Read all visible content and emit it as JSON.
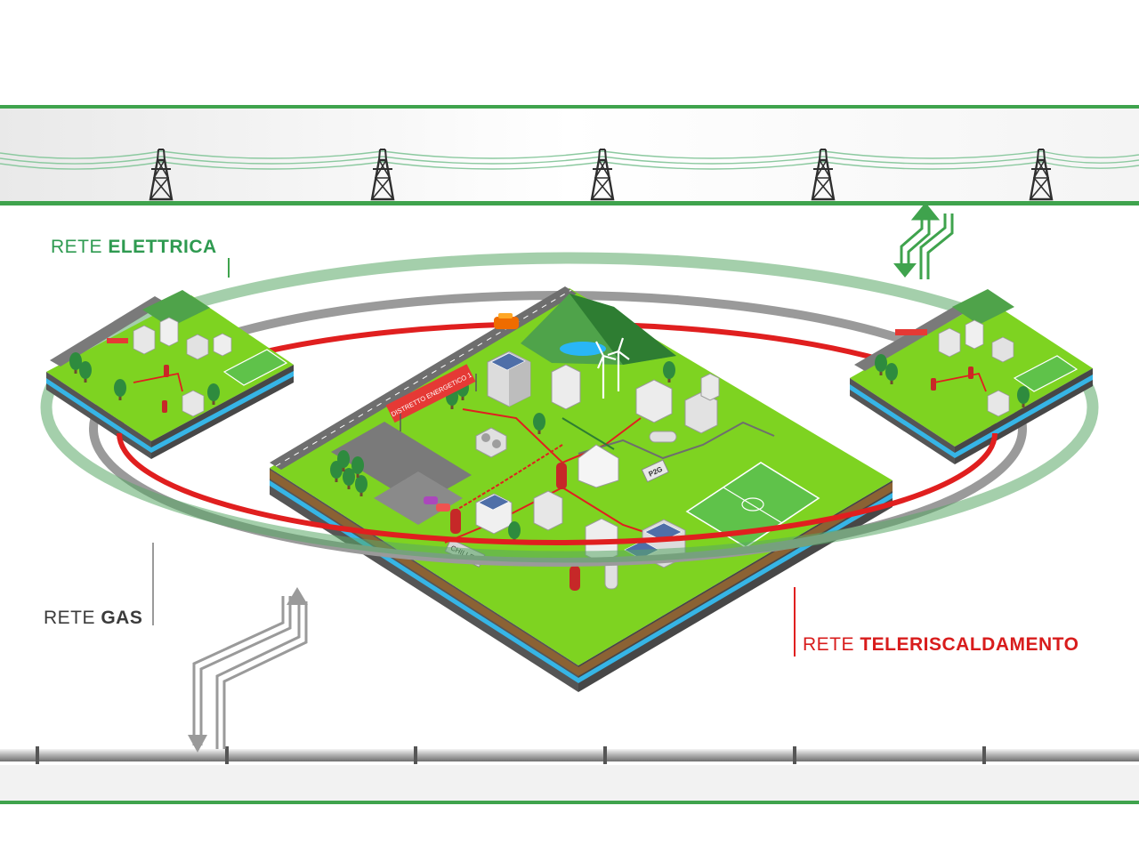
{
  "labels": {
    "rete_elettrica": {
      "prefix": "RETE ",
      "name": "ELETTRICA"
    },
    "rete_gas": {
      "prefix": "RETE ",
      "name": "GAS"
    },
    "rete_teleriscaldamento": {
      "prefix": "RETE ",
      "name": "TELERISCALDAMENTO"
    }
  },
  "district": {
    "sign": "DISTRETTO ENERGETICO 1"
  },
  "plant_tags": {
    "chiller": "CHILLER",
    "p2g": "P2G"
  },
  "colors": {
    "electric_network": "#3fa34d",
    "electric_ring": "#5aa866",
    "gas_network": "#8a8a8a",
    "district_heating_network": "#e01f1f",
    "grass": "#7ed321",
    "road": "#6e6e6e",
    "sign_red": "#e53935"
  },
  "icons": [
    "power-pylon-icon",
    "bidirectional-arrow-icon",
    "gas-pipeline-icon",
    "building-icon",
    "tree-icon",
    "car-icon",
    "solar-panel-icon",
    "wind-turbine-icon",
    "storage-tank-icon",
    "football-pitch-icon"
  ]
}
